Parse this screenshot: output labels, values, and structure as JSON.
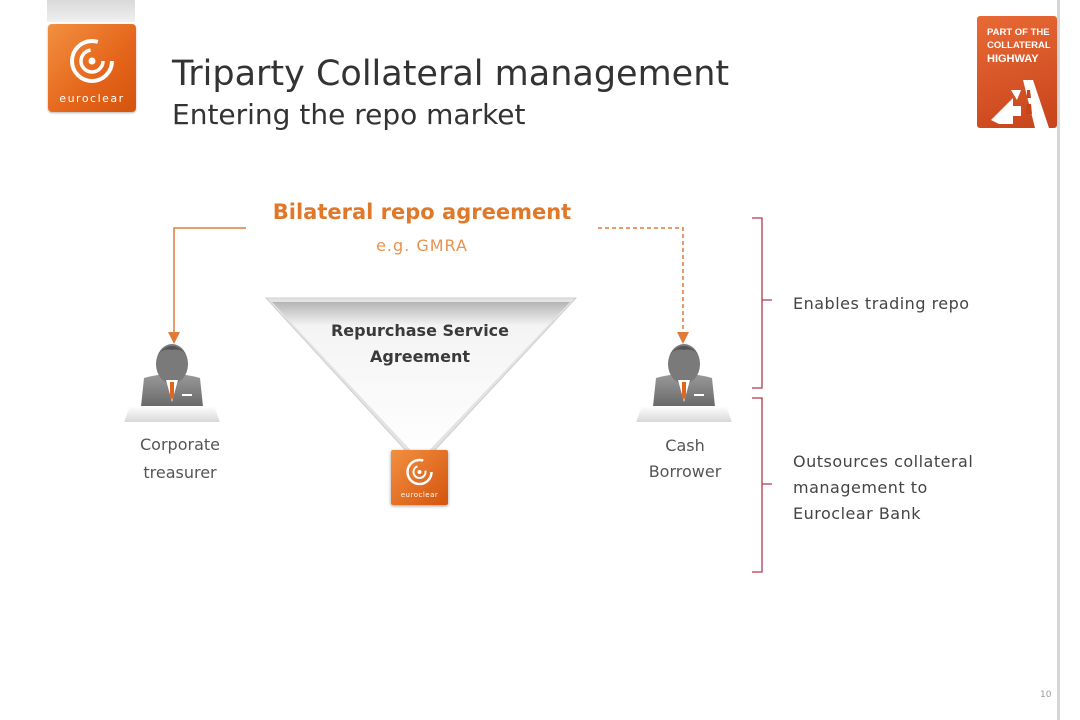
{
  "header": {
    "title": "Triparty Collateral management",
    "subtitle": "Entering the repo market",
    "logo_text": "euroclear",
    "badge_lines": [
      "PART OF THE",
      "COLLATERAL",
      "HIGHWAY"
    ]
  },
  "diagram": {
    "bilateral_label": "Bilateral repo agreement",
    "bilateral_example": "e.g. GMRA",
    "service_agreement_line1": "Repurchase Service",
    "service_agreement_line2": "Agreement",
    "center_logo_text": "euroclear",
    "left_party_line1": "Corporate",
    "left_party_line2": "treasurer",
    "right_party_line1": "Cash",
    "right_party_line2": "Borrower"
  },
  "brackets": {
    "upper_text": "Enables trading repo",
    "lower_line1": "Outsources collateral",
    "lower_line2": "management to",
    "lower_line3": "Euroclear Bank"
  },
  "footer": {
    "page_number": "10"
  },
  "colors": {
    "accent": "#e0782a",
    "bracket": "#b3384a",
    "line": "#e07a3a"
  }
}
